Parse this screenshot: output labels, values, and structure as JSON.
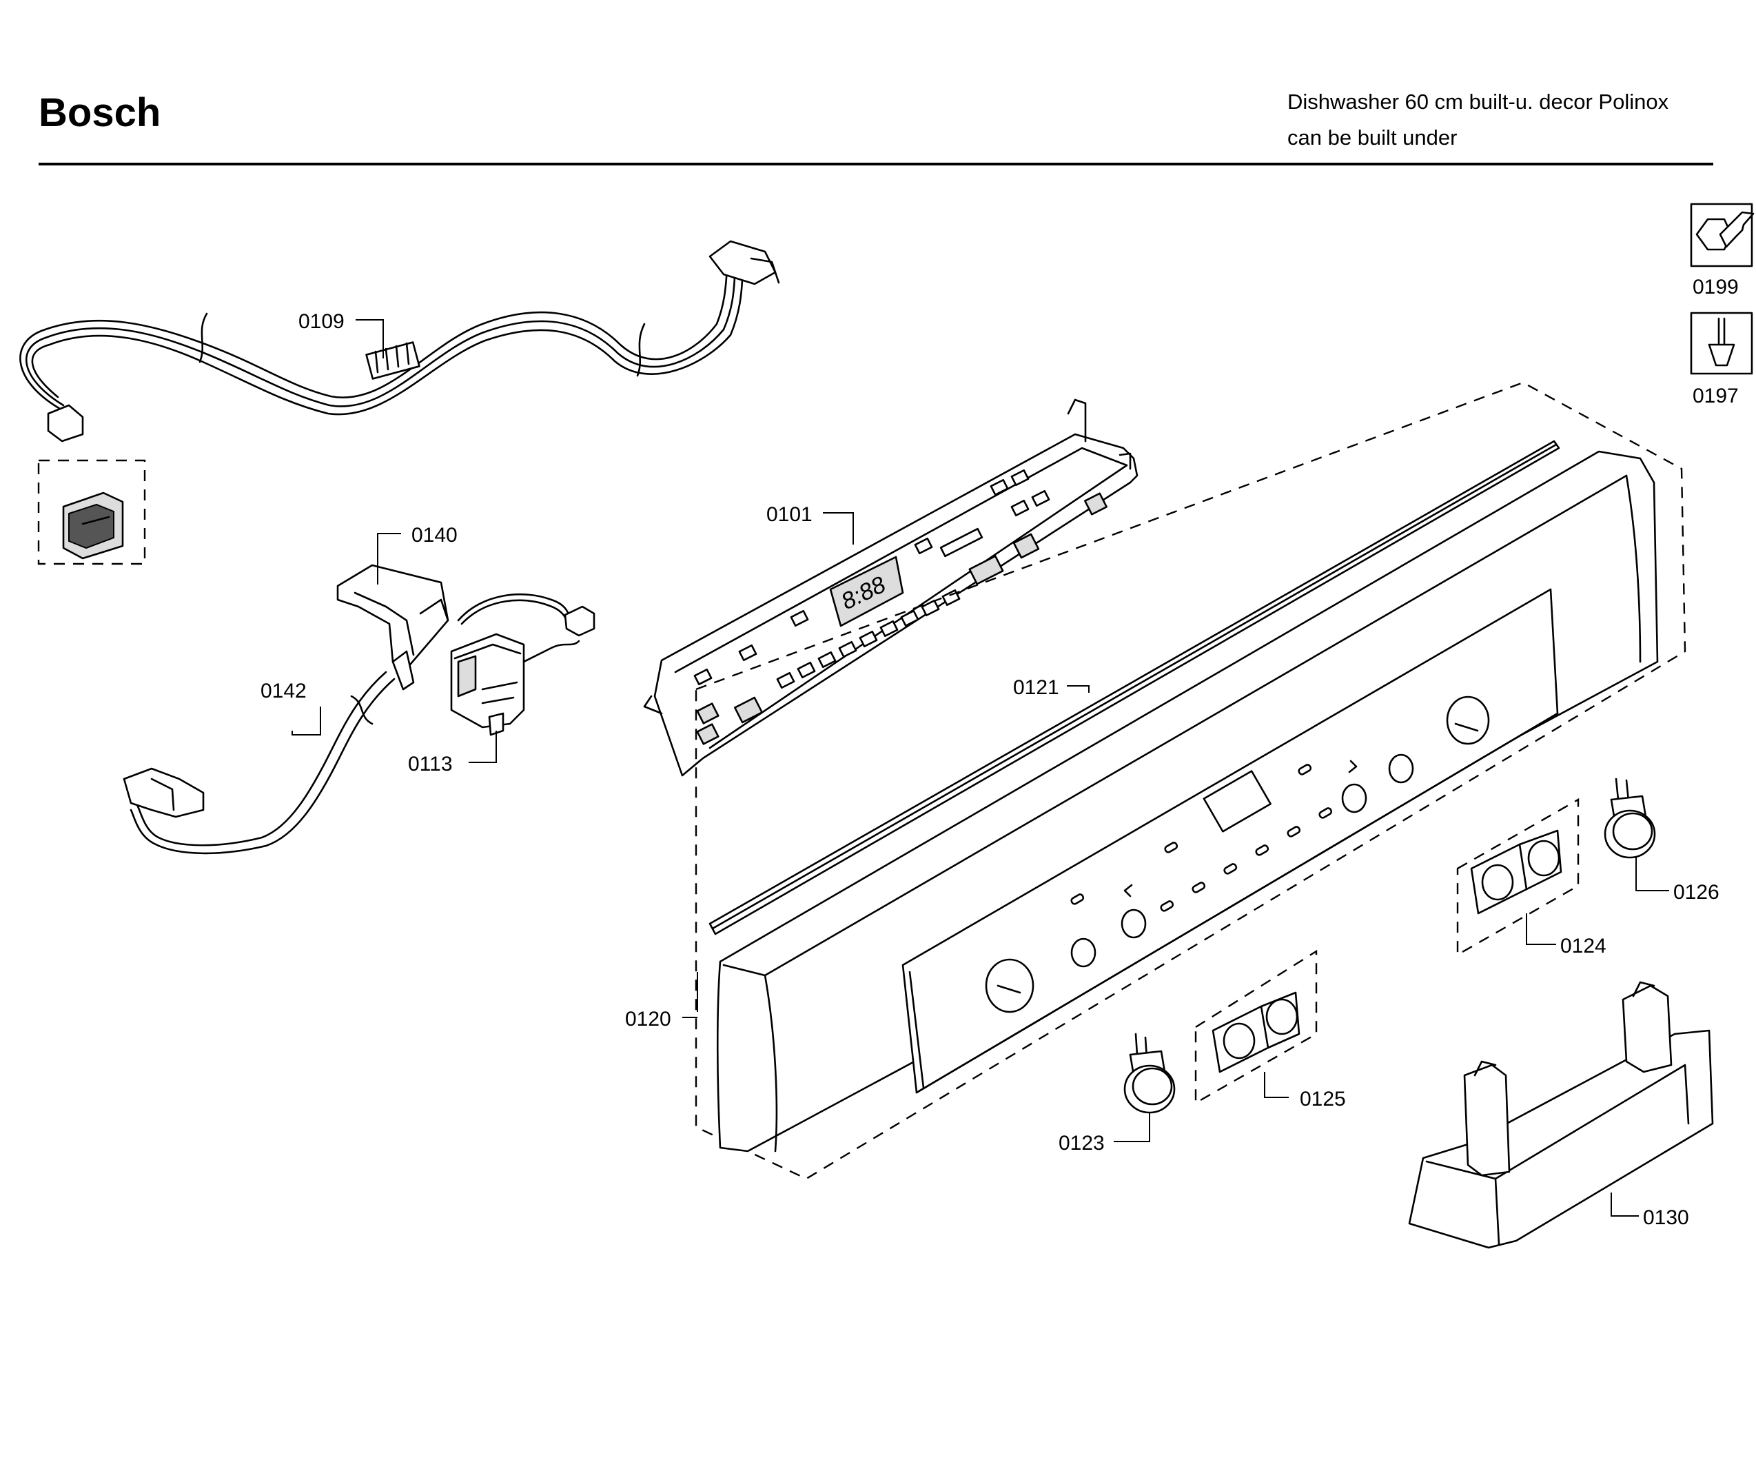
{
  "header": {
    "brand": "Bosch",
    "description_line1": "Dishwasher 60 cm built-u. decor Polinox",
    "description_line2": "can be built under"
  },
  "display_readout": "8:88",
  "parts": [
    {
      "id": "p0109",
      "label": "0109"
    },
    {
      "id": "p0140",
      "label": "0140"
    },
    {
      "id": "p0142",
      "label": "0142"
    },
    {
      "id": "p0113",
      "label": "0113"
    },
    {
      "id": "p0101",
      "label": "0101"
    },
    {
      "id": "p0121",
      "label": "0121"
    },
    {
      "id": "p0120",
      "label": "0120"
    },
    {
      "id": "p0123",
      "label": "0123"
    },
    {
      "id": "p0125",
      "label": "0125"
    },
    {
      "id": "p0124",
      "label": "0124"
    },
    {
      "id": "p0126",
      "label": "0126"
    },
    {
      "id": "p0130",
      "label": "0130"
    },
    {
      "id": "p0199",
      "label": "0199"
    },
    {
      "id": "p0197",
      "label": "0197"
    }
  ],
  "tool_icons": [
    "wrench-icon",
    "screwdriver-icon"
  ]
}
